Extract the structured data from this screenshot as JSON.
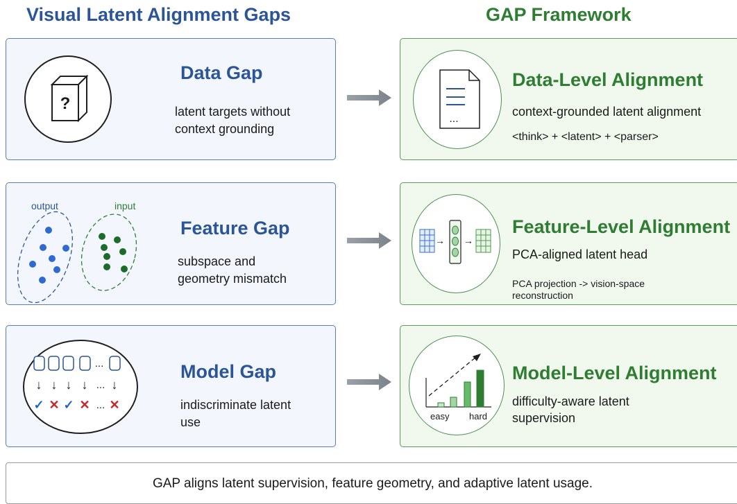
{
  "headers": {
    "left": "Visual Latent Alignment Gaps",
    "right": "GAP Framework"
  },
  "gaps": [
    {
      "title": "Data Gap",
      "desc_line1": "latent targets without",
      "desc_line2": "context grounding",
      "icon_text": "?"
    },
    {
      "title": "Feature Gap",
      "desc_line1": "subspace and",
      "desc_line2": "geometry mismatch",
      "label_output": "output",
      "label_input": "input"
    },
    {
      "title": "Model Gap",
      "desc_line1": "indiscriminate latent",
      "desc_line2": "use",
      "ellipsis": "...",
      "down_arrow": "↓",
      "check": "✓",
      "cross": "✕"
    }
  ],
  "framework": [
    {
      "title": "Data-Level Alignment",
      "desc": "context-grounded latent alignment",
      "sub": "<think> + <latent> + <parser>",
      "doc_ellipsis": "..."
    },
    {
      "title": "Feature-Level Alignment",
      "desc": "PCA-aligned latent head",
      "sub_line1": "PCA projection -> vision-space",
      "sub_line2": "reconstruction",
      "flow_arrow": "→"
    },
    {
      "title": "Model-Level Alignment",
      "desc_line1": "difficulty-aware latent",
      "desc_line2": "supervision",
      "axis_easy": "easy",
      "axis_hard": "hard"
    }
  ],
  "footer": "GAP aligns latent supervision, feature geometry, and adaptive latent usage.",
  "colors": {
    "blue": "#2b5597",
    "green": "#2e7d32",
    "arrow": "#8a8f98",
    "cross": "#c62828",
    "check": "#1e64c8"
  }
}
